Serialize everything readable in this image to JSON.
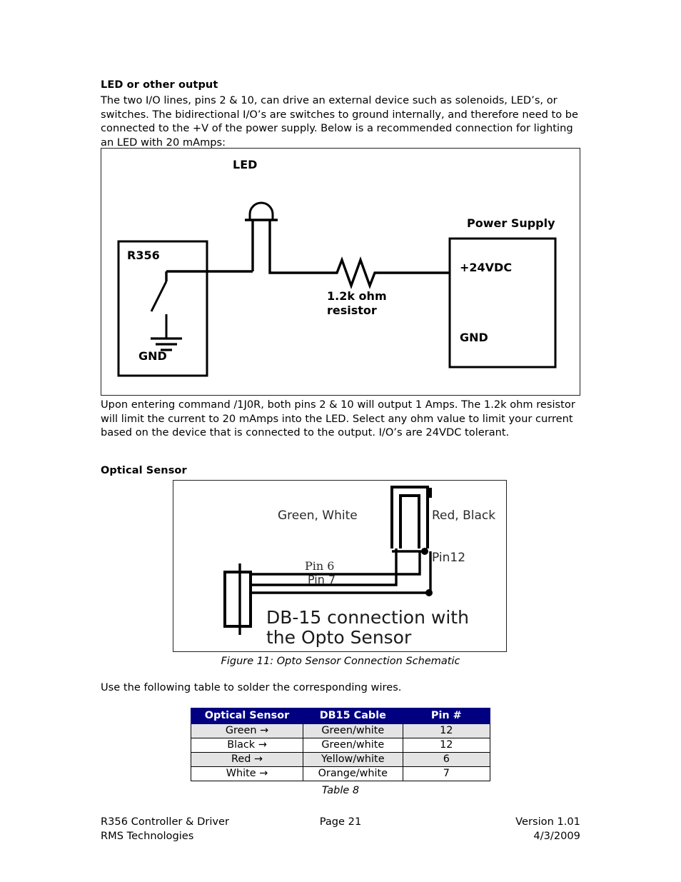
{
  "document": {
    "heading_led": "LED or other output",
    "paragraph_led_intro": "The two I/O lines, pins 2 & 10, can drive an external device such as solenoids, LED’s, or switches.  The bidirectional I/O’s are switches to ground internally, and therefore need to be connected to the +V of the power supply.  Below is a recommended connection for lighting an LED with 20 mAmps:",
    "paragraph_led_after": "Upon entering command /1J0R, both pins 2 & 10 will output 1 Amps.  The 1.2k ohm resistor will limit the current to 20 mAmps into the LED.  Select any ohm value to limit your current based on the device that is connected to the output.  I/O’s are 24VDC tolerant.",
    "heading_optical": "Optical Sensor",
    "figure_caption": "Figure 11: Opto Sensor Connection Schematic",
    "paragraph_table_intro": "Use the following table to solder the corresponding wires.",
    "table_caption": "Table 8"
  },
  "led_diagram": {
    "label_led": "LED",
    "label_r356": "R356",
    "label_gnd_left": "GND",
    "label_resistor_line1": "1.2k ohm",
    "label_resistor_line2": "resistor",
    "label_power_supply": "Power Supply",
    "label_voltage": "+24VDC",
    "label_gnd_right": "GND"
  },
  "opto_diagram": {
    "label_green_white": "Green,  White",
    "label_red_black": "Red, Black",
    "label_pin6": "Pin 6",
    "label_pin7": "Pin 7",
    "label_pin12": "Pin12",
    "label_db15_line1": "DB-15 connection with",
    "label_db15_line2": "the Opto Sensor"
  },
  "table": {
    "headers": [
      "Optical Sensor",
      "DB15 Cable",
      "Pin #"
    ],
    "rows": [
      [
        "Green →",
        "Green/white",
        "12"
      ],
      [
        "Black →",
        "Green/white",
        "12"
      ],
      [
        "Red →",
        "Yellow/white",
        "6"
      ],
      [
        "White →",
        "Orange/white",
        "7"
      ]
    ]
  },
  "footer": {
    "line1_left": "R356 Controller & Driver",
    "line1_mid": "Page 21",
    "line1_right": "Version 1.01",
    "line2_left": "RMS Technologies",
    "line2_mid": "",
    "line2_right": "4/3/2009"
  },
  "colors": {
    "table_header_bg": "#000080",
    "table_alt_row_bg": "#e4e4e4",
    "ink": "#000000",
    "frame": "#231f20"
  }
}
